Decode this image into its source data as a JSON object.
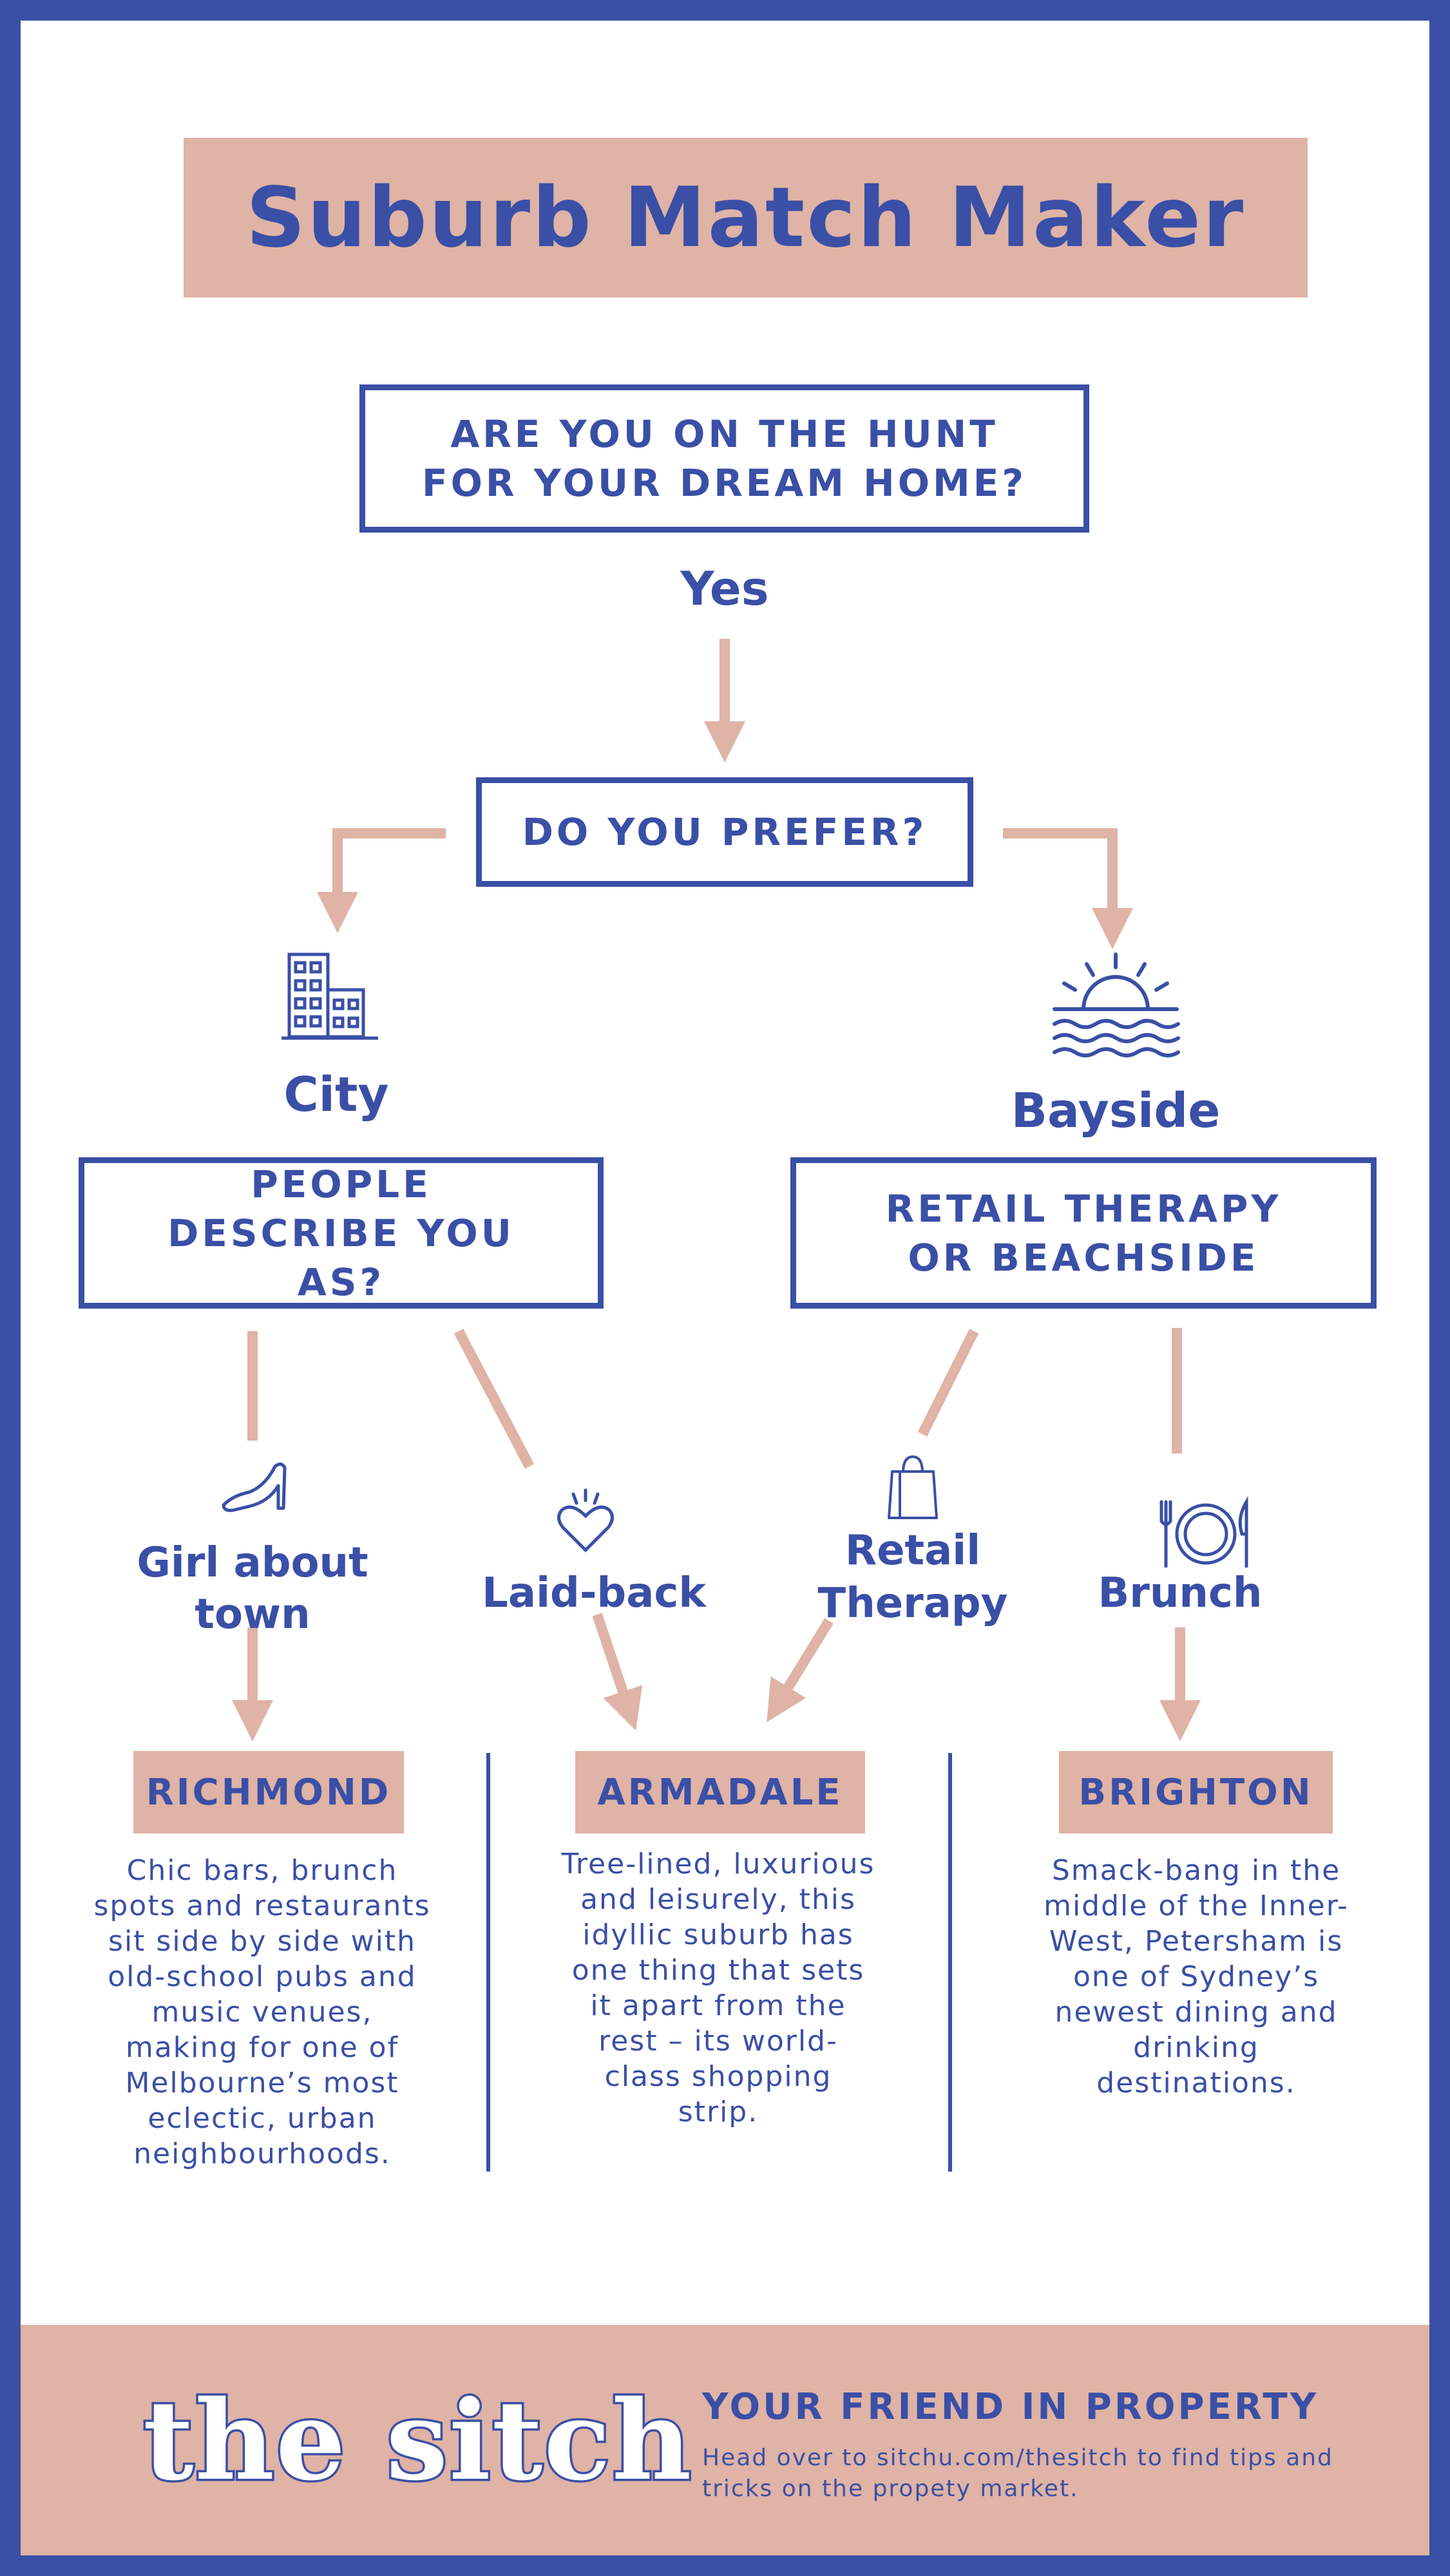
{
  "title": "Suburb Match Maker",
  "question_1": "ARE YOU ON THE HUNT FOR YOUR DREAM HOME?",
  "answer_1": "Yes",
  "question_2": "DO YOU PREFER?",
  "options": {
    "left": "City",
    "right": "Bayside"
  },
  "question_3_left": "PEOPLE DESCRIBE YOU AS?",
  "question_3_right": "RETAIL THERAPY OR BEACHSIDE",
  "traits": [
    "Girl about town",
    "Laid-back",
    "Retail Therapy",
    "Brunch"
  ],
  "suburbs": [
    {
      "name": "RICHMOND",
      "description": "Chic bars, brunch spots and restaurants sit side by side with old-school pubs and music venues, making for one of Melbourne’s most eclectic, urban neighbourhoods."
    },
    {
      "name": "ARMADALE",
      "description": "Tree-lined, luxurious and leisurely, this idyllic suburb has one thing that sets it apart from the rest – its world-class shopping strip."
    },
    {
      "name": "BRIGHTON",
      "description": "Smack-bang in the middle of the Inner-West, Petersham is one of Sydney’s newest dining and drinking destinations."
    }
  ],
  "footer": {
    "logo": "the sitch",
    "tagline": "YOUR FRIEND IN PROPERTY",
    "tip": "Head over to sitchu.com/thesitch to find tips and tricks on the propety market."
  },
  "colors": {
    "blue": "#3a4fa6",
    "pink": "#dfb3a5",
    "white": "#ffffff"
  },
  "icons": [
    "buildings-icon",
    "sunset-waves-icon",
    "high-heel-icon",
    "heart-icon",
    "shopping-bag-icon",
    "plate-cutlery-icon"
  ]
}
